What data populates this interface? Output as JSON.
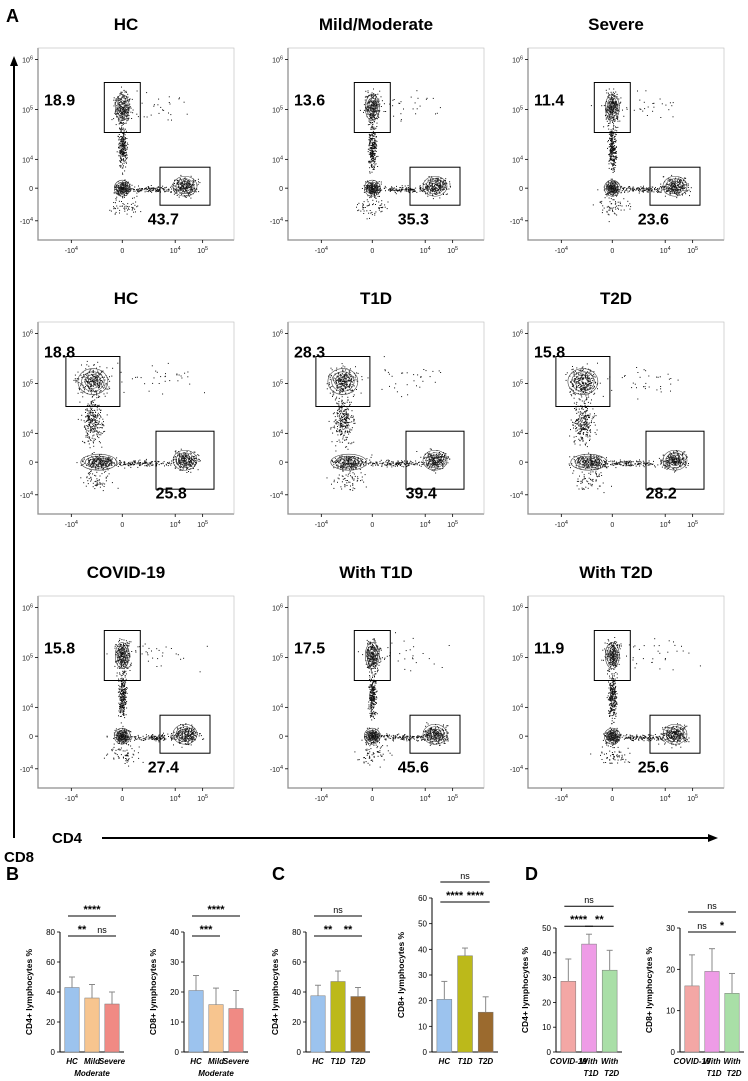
{
  "panel_labels": {
    "A": "A",
    "B": "B",
    "C": "C",
    "D": "D"
  },
  "flow": {
    "y_axis": "CD8",
    "x_axis": "CD4",
    "y_ticks": [
      "10^6",
      "10^5",
      "10^4",
      "0",
      "-10^4"
    ],
    "x_ticks": [
      "-10^4",
      "0",
      "10^4",
      "10^5"
    ],
    "rows": [
      [
        {
          "title": "HC",
          "cd8": "18.9",
          "cd4": "43.7"
        },
        {
          "title": "Mild/Moderate",
          "cd8": "13.6",
          "cd4": "35.3"
        },
        {
          "title": "Severe",
          "cd8": "11.4",
          "cd4": "23.6"
        }
      ],
      [
        {
          "title": "HC",
          "cd8": "18.8",
          "cd4": "25.8"
        },
        {
          "title": "T1D",
          "cd8": "28.3",
          "cd4": "39.4"
        },
        {
          "title": "T2D",
          "cd8": "15.8",
          "cd4": "28.2"
        }
      ],
      [
        {
          "title": "COVID-19",
          "cd8": "15.8",
          "cd4": "27.4"
        },
        {
          "title": "With T1D",
          "cd8": "17.5",
          "cd4": "45.6"
        },
        {
          "title": "With T2D",
          "cd8": "11.9",
          "cd4": "25.6"
        }
      ]
    ]
  },
  "chart_data": [
    {
      "type": "bar",
      "panel": "B",
      "ylabel": "CD4+ lymphocytes %",
      "ylim": [
        0,
        80
      ],
      "yticks": [
        "0",
        "20",
        "40",
        "60",
        "80"
      ],
      "categories": [
        "HC",
        "Mild",
        "Severe"
      ],
      "sublabel": "Moderate",
      "values": [
        43,
        36,
        32
      ],
      "errors": [
        7,
        9,
        8
      ],
      "colors": [
        "#9cc3ee",
        "#f7c58f",
        "#f08a84"
      ],
      "sig": [
        {
          "a": 0,
          "b": 1,
          "label": "**"
        },
        {
          "a": 1,
          "b": 2,
          "label": "ns"
        },
        {
          "a": 0,
          "b": 2,
          "label": "****"
        }
      ]
    },
    {
      "type": "bar",
      "panel": "B",
      "ylabel": "CD8+ lymphocytes %",
      "ylim": [
        0,
        40
      ],
      "yticks": [
        "0",
        "10",
        "20",
        "30",
        "40"
      ],
      "categories": [
        "HC",
        "Mild",
        "Severe"
      ],
      "sublabel": "Moderate",
      "values": [
        20.5,
        15.8,
        14.5
      ],
      "errors": [
        5,
        5.5,
        6
      ],
      "colors": [
        "#9cc3ee",
        "#f7c58f",
        "#f08a84"
      ],
      "sig": [
        {
          "a": 0,
          "b": 1,
          "label": "***"
        },
        {
          "a": 0,
          "b": 2,
          "label": "****"
        }
      ]
    },
    {
      "type": "bar",
      "panel": "C",
      "ylabel": "CD4+ lymphocytes %",
      "ylim": [
        0,
        80
      ],
      "yticks": [
        "0",
        "20",
        "40",
        "60",
        "80"
      ],
      "categories": [
        "HC",
        "T1D",
        "T2D"
      ],
      "sublabel": "",
      "values": [
        37.5,
        47,
        37
      ],
      "errors": [
        7,
        7,
        6
      ],
      "colors": [
        "#9cc3ee",
        "#bcb91a",
        "#9b6a2e"
      ],
      "sig": [
        {
          "a": 0,
          "b": 1,
          "label": "**"
        },
        {
          "a": 1,
          "b": 2,
          "label": "**"
        },
        {
          "a": 0,
          "b": 2,
          "label": "ns"
        }
      ]
    },
    {
      "type": "bar",
      "panel": "C",
      "ylabel": "CD8+ lymphocytes %",
      "ylim": [
        0,
        60
      ],
      "yticks": [
        "0",
        "10",
        "20",
        "30",
        "40",
        "50",
        "60"
      ],
      "categories": [
        "HC",
        "T1D",
        "T2D"
      ],
      "sublabel": "",
      "values": [
        20.5,
        37.5,
        15.5
      ],
      "errors": [
        7,
        3,
        6
      ],
      "colors": [
        "#9cc3ee",
        "#bcb91a",
        "#9b6a2e"
      ],
      "sig": [
        {
          "a": 0,
          "b": 1,
          "label": "****"
        },
        {
          "a": 1,
          "b": 2,
          "label": "****"
        },
        {
          "a": 0,
          "b": 2,
          "label": "ns"
        }
      ]
    },
    {
      "type": "bar",
      "panel": "D",
      "ylabel": "CD4+ lymphocytes %",
      "ylim": [
        0,
        50
      ],
      "yticks": [
        "0",
        "10",
        "20",
        "30",
        "40",
        "50"
      ],
      "categories": [
        "COVID-19",
        "With",
        "With"
      ],
      "sublabel2": [
        "",
        "T1D",
        "T2D"
      ],
      "values": [
        28.5,
        43.5,
        33
      ],
      "errors": [
        9,
        4,
        8
      ],
      "colors": [
        "#f3a7a5",
        "#ee9ce6",
        "#a9dfa7"
      ],
      "sig": [
        {
          "a": 0,
          "b": 1,
          "label": "****"
        },
        {
          "a": 1,
          "b": 2,
          "label": "**"
        },
        {
          "a": 0,
          "b": 2,
          "label": "ns"
        }
      ]
    },
    {
      "type": "bar",
      "panel": "D",
      "ylabel": "CD8+ lymphocytes %",
      "ylim": [
        0,
        30
      ],
      "yticks": [
        "0",
        "10",
        "20",
        "30"
      ],
      "categories": [
        "COVID-19",
        "With",
        "With"
      ],
      "sublabel2": [
        "",
        "T1D",
        "T2D"
      ],
      "values": [
        16,
        19.5,
        14.2
      ],
      "errors": [
        7.5,
        5.5,
        4.8
      ],
      "colors": [
        "#f3a7a5",
        "#ee9ce6",
        "#a9dfa7"
      ],
      "sig": [
        {
          "a": 0,
          "b": 1,
          "label": "ns"
        },
        {
          "a": 1,
          "b": 2,
          "label": "*"
        },
        {
          "a": 0,
          "b": 2,
          "label": "ns"
        }
      ]
    }
  ]
}
